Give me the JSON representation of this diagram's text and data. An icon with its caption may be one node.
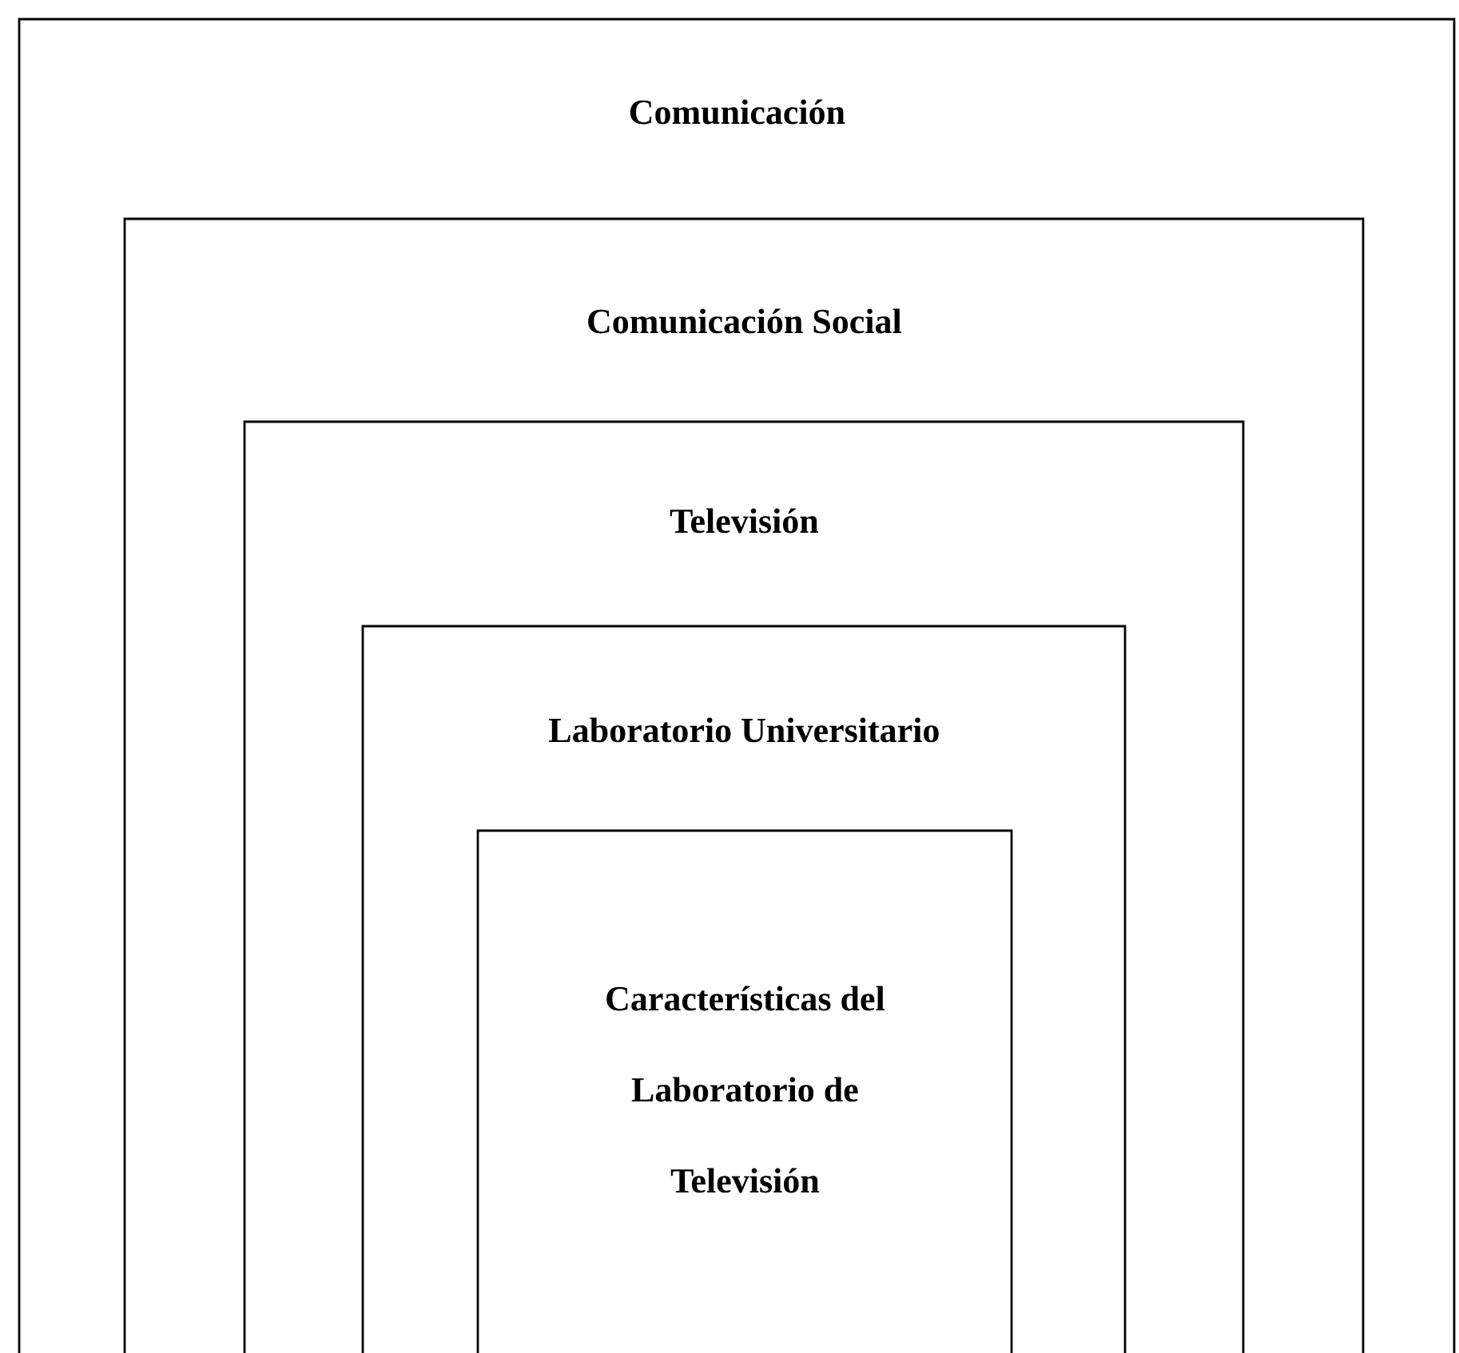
{
  "diagram": {
    "nodes": [
      {
        "text": [
          "Comunicación"
        ]
      },
      {
        "text": [
          "Comunicación Social"
        ],
        "in": 0
      },
      {
        "text": [
          "Televisión"
        ],
        "in": 1
      },
      {
        "text": [
          "Laboratorio Universitario"
        ],
        "in": 2
      },
      {
        "text": [
          "Características del Laboratorio de Televisión"
        ],
        "in": 3
      }
    ]
  }
}
